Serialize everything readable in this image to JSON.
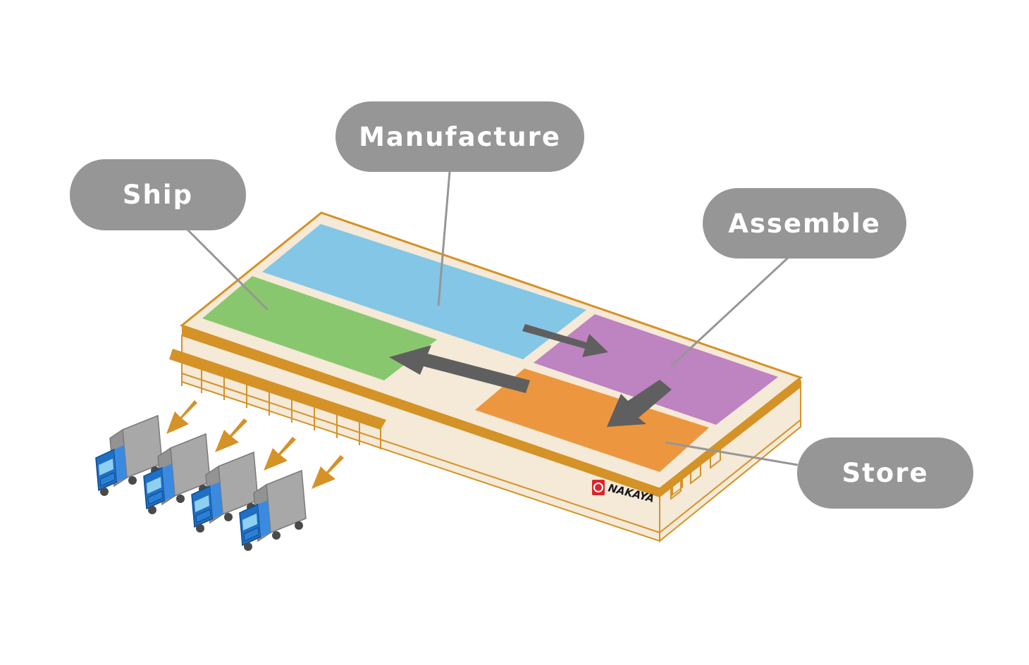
{
  "labels": {
    "ship": "Ship",
    "manufacture": "Manufacture",
    "assemble": "Assemble",
    "store": "Store"
  },
  "logo": {
    "text": "NAKAYA",
    "color": "#d9262d"
  },
  "colors": {
    "manufacture_zone": "#84c6e6",
    "ship_zone": "#89c76f",
    "assemble_zone": "#be83c1",
    "store_zone": "#ec9740",
    "building_fill": "#f5e9d7",
    "building_trim": "#d49227",
    "flow_arrow": "#5f5f5f",
    "shipping_arrow": "#d49227",
    "label_bubble": "#969696",
    "truck_cab": "#1f6fc4",
    "truck_box": "#a8a8a8"
  },
  "icons": [
    "truck-icon",
    "arrow-icon",
    "logo-icon"
  ]
}
